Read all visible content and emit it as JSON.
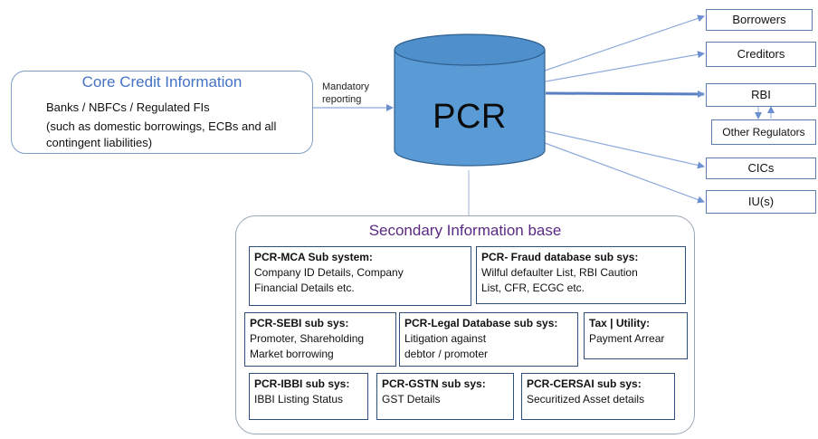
{
  "core": {
    "title": "Core Credit Information",
    "line1": "Banks / NBFCs / Regulated FIs",
    "line2": "(such as domestic borrowings, ECBs and all",
    "line3": "contingent liabilities)"
  },
  "link_label": {
    "line1": "Mandatory",
    "line2": "reporting"
  },
  "center": {
    "label": "PCR"
  },
  "outputs": [
    {
      "label": "Borrowers"
    },
    {
      "label": "Creditors"
    },
    {
      "label": "RBI"
    },
    {
      "label": "Other Regulators"
    },
    {
      "label": "CICs"
    },
    {
      "label": "IU(s)"
    }
  ],
  "secondary": {
    "title": "Secondary Information base",
    "subsystems": [
      {
        "title": "PCR-MCA Sub system:",
        "line1": "Company ID Details, Company",
        "line2": "Financial Details etc."
      },
      {
        "title": "PCR- Fraud database sub sys:",
        "line1": "Wilful defaulter List, RBI Caution",
        "line2": "List, CFR, ECGC etc."
      },
      {
        "title": "PCR-SEBI sub sys:",
        "line1": "Promoter, Shareholding",
        "line2": "Market borrowing"
      },
      {
        "title": "PCR-Legal Database sub sys:",
        "line1": "Litigation against",
        "line2": "debtor / promoter"
      },
      {
        "title": "Tax | Utility:",
        "line1": "Payment Arrear",
        "line2": ""
      },
      {
        "title": "PCR-IBBI sub sys:",
        "line1": "IBBI Listing Status",
        "line2": ""
      },
      {
        "title": "PCR-GSTN sub sys:",
        "line1": "GST Details",
        "line2": ""
      },
      {
        "title": "PCR-CERSAI sub sys:",
        "line1": "Securitized Asset details",
        "line2": ""
      }
    ]
  },
  "colors": {
    "cylinder_fill": "#5b9bd5",
    "cylinder_top": "#4f8fcb",
    "cylinder_stroke": "#2f5f8f",
    "arrow": "#8faadc",
    "core_title": "#4472c4",
    "secondary_title": "#5a2a82"
  }
}
